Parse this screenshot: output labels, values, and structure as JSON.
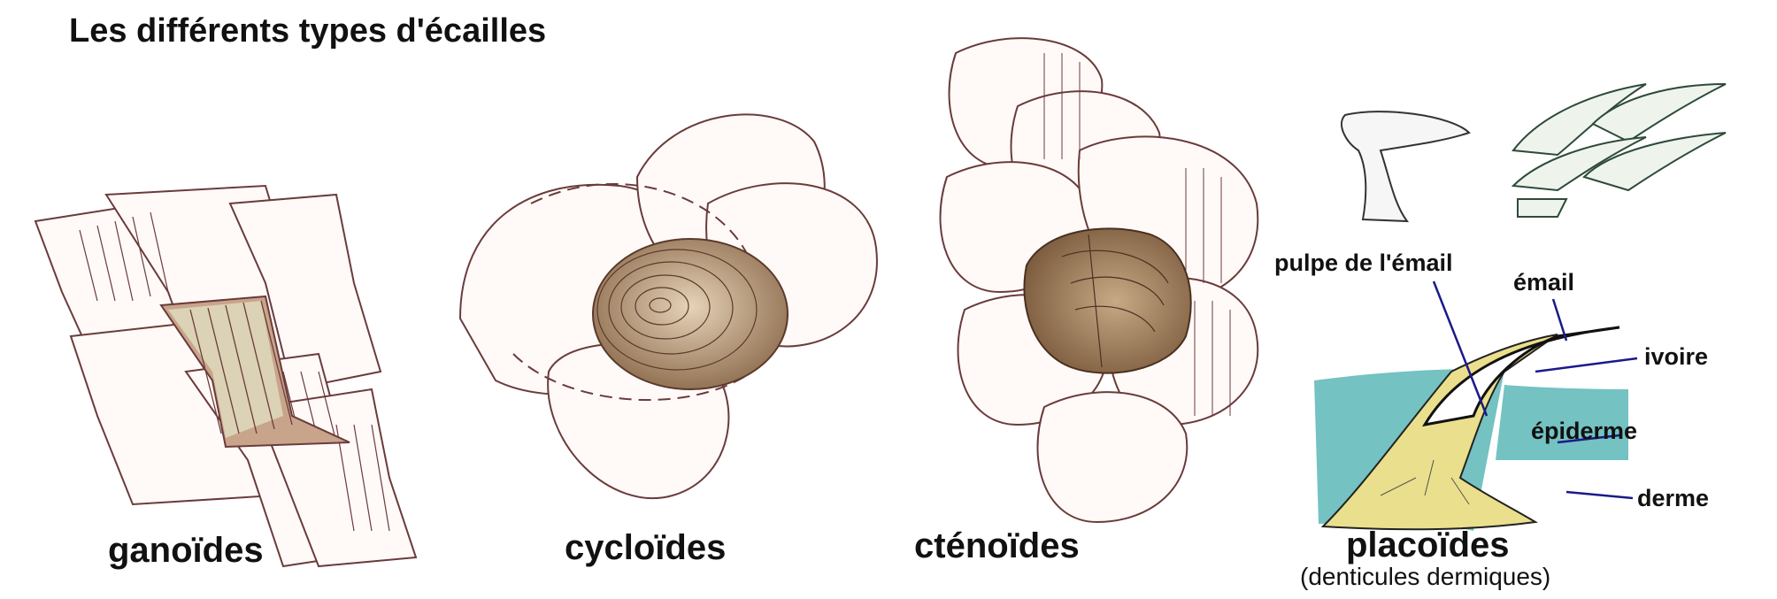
{
  "title": "Les différents types d'écailles",
  "scales": {
    "ganoid": "ganoïdes",
    "cycloid": "cycloïdes",
    "ctenoid": "cténoïdes",
    "placoid": "placoïdes",
    "placoid_sub": "(denticules dermiques)"
  },
  "annotations": {
    "pulp": "pulpe de l'émail",
    "enamel": "émail",
    "dentine": "ivoire",
    "epidermis": "épiderme",
    "dermis": "derme"
  },
  "colors": {
    "outline": "#7a4a4a",
    "scale_fill": "#b08a68",
    "placoid_skin": "#74c2c2",
    "placoid_dermis": "#eadf8c",
    "leader_line": "#1a1a8a"
  }
}
